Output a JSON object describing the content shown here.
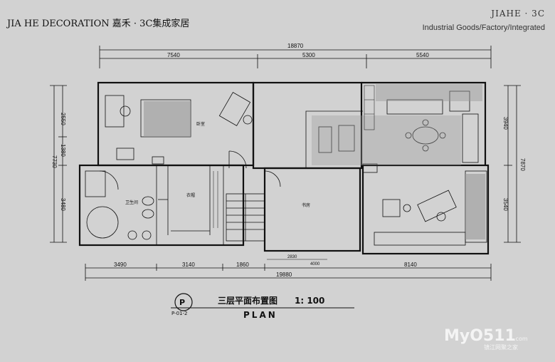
{
  "header": {
    "left_brand": "JIA HE DECORATION 嘉禾 · 3C集成家居",
    "right_brand": "JIAHE · 3C",
    "right_tagline": "Industrial Goods/Factory/Integrated"
  },
  "dimensions": {
    "top_total": "18870",
    "top_segments": [
      "7540",
      "5300",
      "5540"
    ],
    "bottom_segments": [
      "3490",
      "3140",
      "1860",
      "8140"
    ],
    "bottom_total": "19880",
    "bottom_small": [
      "2830",
      "4000"
    ],
    "left_segments": [
      "2550",
      "1380",
      "3480"
    ],
    "left_total": "7730",
    "right_segments": [
      "3940",
      "3540"
    ],
    "right_total": "7870"
  },
  "room_labels": {
    "bedroom": "卧室",
    "dressing": "衣帽",
    "bathroom": "卫生间",
    "study": "书房"
  },
  "title_block": {
    "symbol": "P",
    "code": "P-01-2",
    "title_cn": "三层平面布置图",
    "scale": "1: 100",
    "title_en": "PLAN"
  },
  "watermark": {
    "logo": "MyO511",
    "domain": ".com",
    "subtitle": "镇江网聚之家"
  }
}
